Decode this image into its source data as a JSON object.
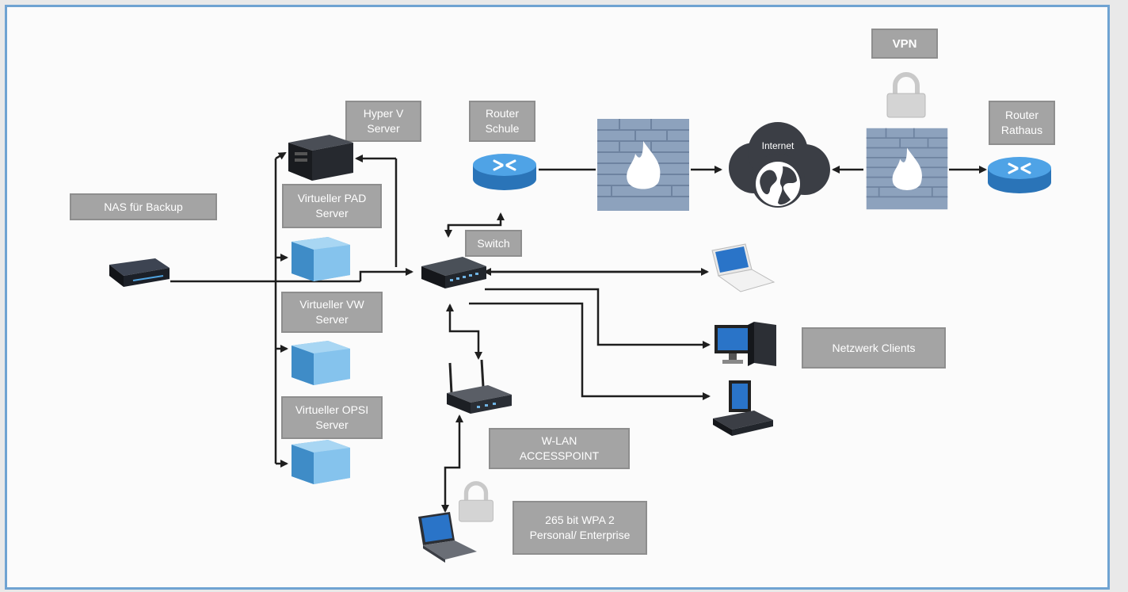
{
  "labels": {
    "vpn": "VPN",
    "hyper_v": "Hyper V\nServer",
    "router_schule": "Router\nSchule",
    "router_rathaus": "Router\nRathaus",
    "internet": "Internet",
    "nas": "NAS für Backup",
    "virt_pad": "Virtueller PAD\nServer",
    "switch": "Switch",
    "virt_vw": "Virtueller VW\nServer",
    "virt_opsi": "Virtueller OPSI\nServer",
    "netzwerk_clients": "Netzwerk Clients",
    "wlan_ap": "W-LAN\nACCESSPOINT",
    "wpa": "265 bit WPA 2\nPersonal/ Enterprise"
  },
  "icons": [
    "nas-device-icon",
    "server-icon",
    "virtual-machine-icon",
    "switch-icon",
    "router-icon",
    "firewall-icon",
    "internet-cloud-icon",
    "padlock-icon",
    "laptop-icon",
    "desktop-pc-icon",
    "wireless-access-point-icon"
  ],
  "colors": {
    "frame": "#6fa3d2",
    "label_bg": "#a4a4a4",
    "router": "#3b8fd6",
    "firewall": "#8da2bd",
    "wire": "#1e1e1e"
  }
}
